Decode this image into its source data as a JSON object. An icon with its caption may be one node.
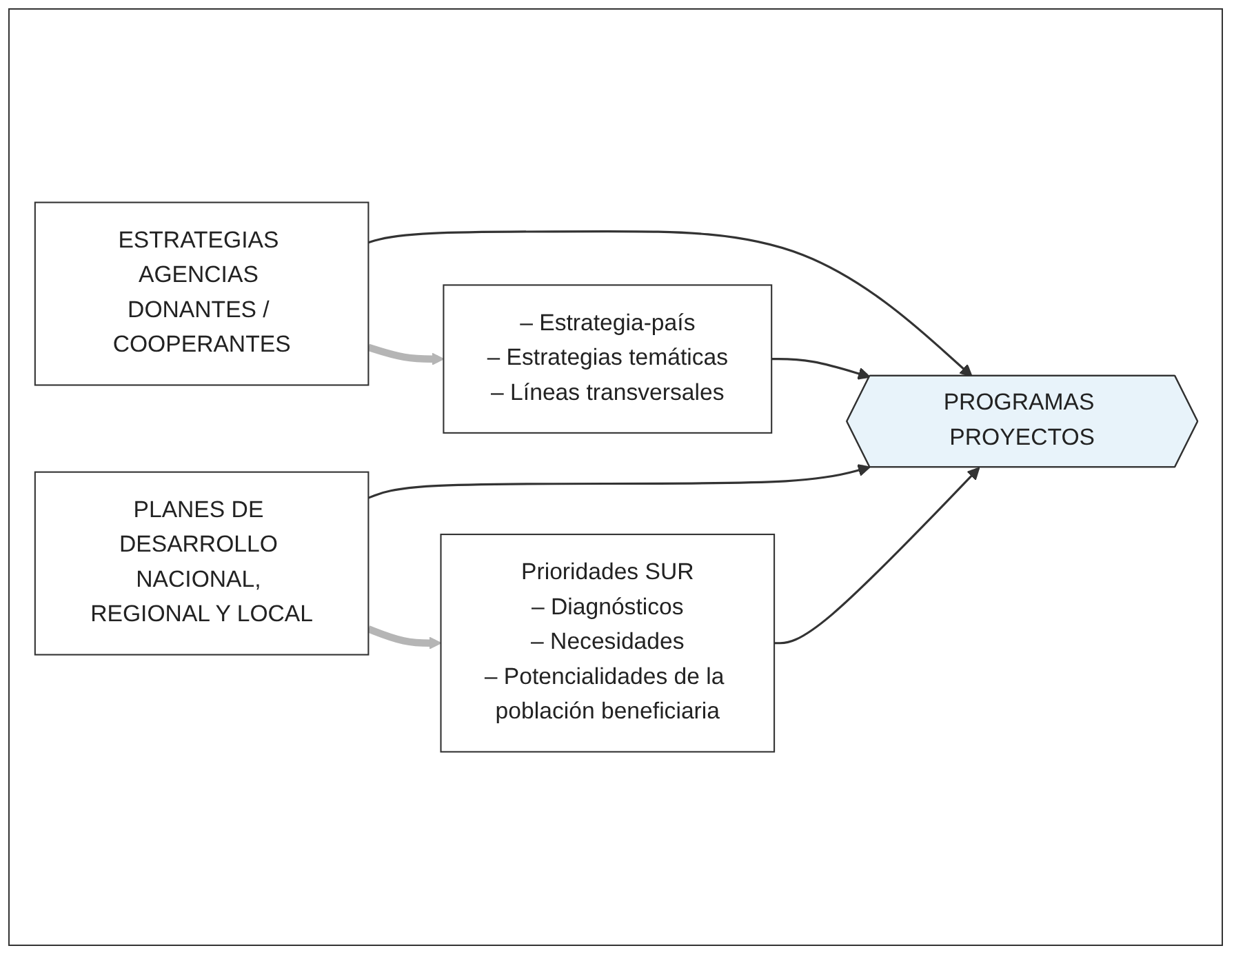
{
  "diagram": {
    "nodes": [
      {
        "text": [
          "ESTRATEGIAS AGENCIAS DONANTES / COOPERANTES"
        ]
      },
      {
        "text": [
          "Prioridades SUR",
          "– Diagnósticos",
          "– Necesidades",
          "– Potencialidades de la población beneficiaria"
        ]
      },
      {
        "text": [
          "PROGRAMAS PROYECTOS"
        ]
      },
      {
        "text": [
          "– Estrategia-país",
          "– Estrategias temáticas",
          "– Líneas transversales"
        ]
      },
      {
        "text": [
          "PLANES DE DESARROLLO NACIONAL, REGIONAL Y LOCAL"
        ]
      }
    ],
    "edges": [
      {
        "from": 0,
        "to": 2,
        "arrow": "to"
      },
      {
        "from": 1,
        "to": 2,
        "arrow": "to"
      },
      {
        "from": 3,
        "to": 2,
        "arrow": "to"
      },
      {
        "from": 4,
        "to": 2,
        "arrow": "to"
      },
      {
        "from": 0,
        "to": 3,
        "arrow": "to",
        "style": "thick",
        "color": "#b5b5b5"
      },
      {
        "from": 4,
        "to": 1,
        "arrow": "to",
        "style": "thick",
        "color": "#b5b5b5"
      }
    ]
  }
}
